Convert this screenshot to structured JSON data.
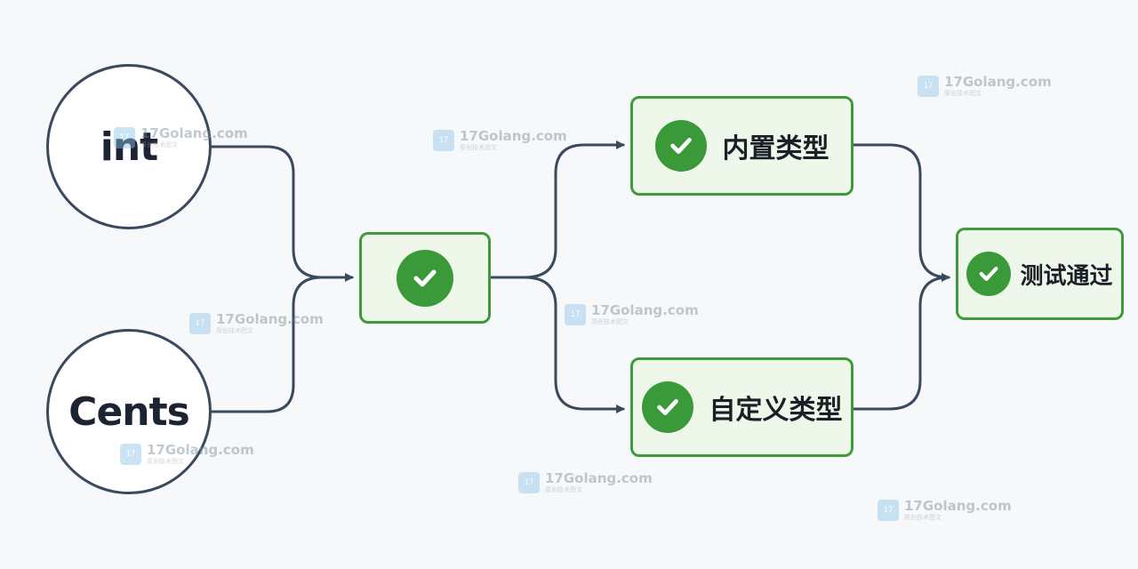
{
  "nodes": {
    "int": "int",
    "cents": "Cents",
    "builtin": "内置类型",
    "custom": "自定义类型",
    "pass": "测试通过"
  },
  "watermark": {
    "text": "17Golang.com",
    "subtext": "原创技术图文"
  },
  "colors": {
    "edge": "#3a4a5e",
    "box_border": "#3f9a3c",
    "box_fill": "#eef7ea",
    "check_fill": "#3a9a3a"
  }
}
